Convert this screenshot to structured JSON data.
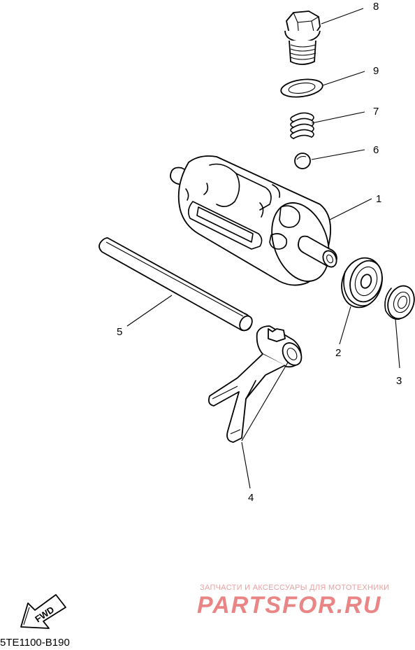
{
  "callouts": {
    "c1": "1",
    "c2": "2",
    "c3": "3",
    "c4": "4",
    "c5": "5",
    "c6": "6",
    "c7": "7",
    "c8": "8",
    "c9": "9"
  },
  "fwd_label": "FWD",
  "diagram_code": "5TE1100-B190",
  "watermark": {
    "tagline": "ЗАПЧАСТИ И АКСЕССУАРЫ ДЛЯ МОТОТЕХНИКИ",
    "logo": "PARTSFOR.RU"
  },
  "colors": {
    "line": "#000000",
    "watermark": "#e98585"
  }
}
